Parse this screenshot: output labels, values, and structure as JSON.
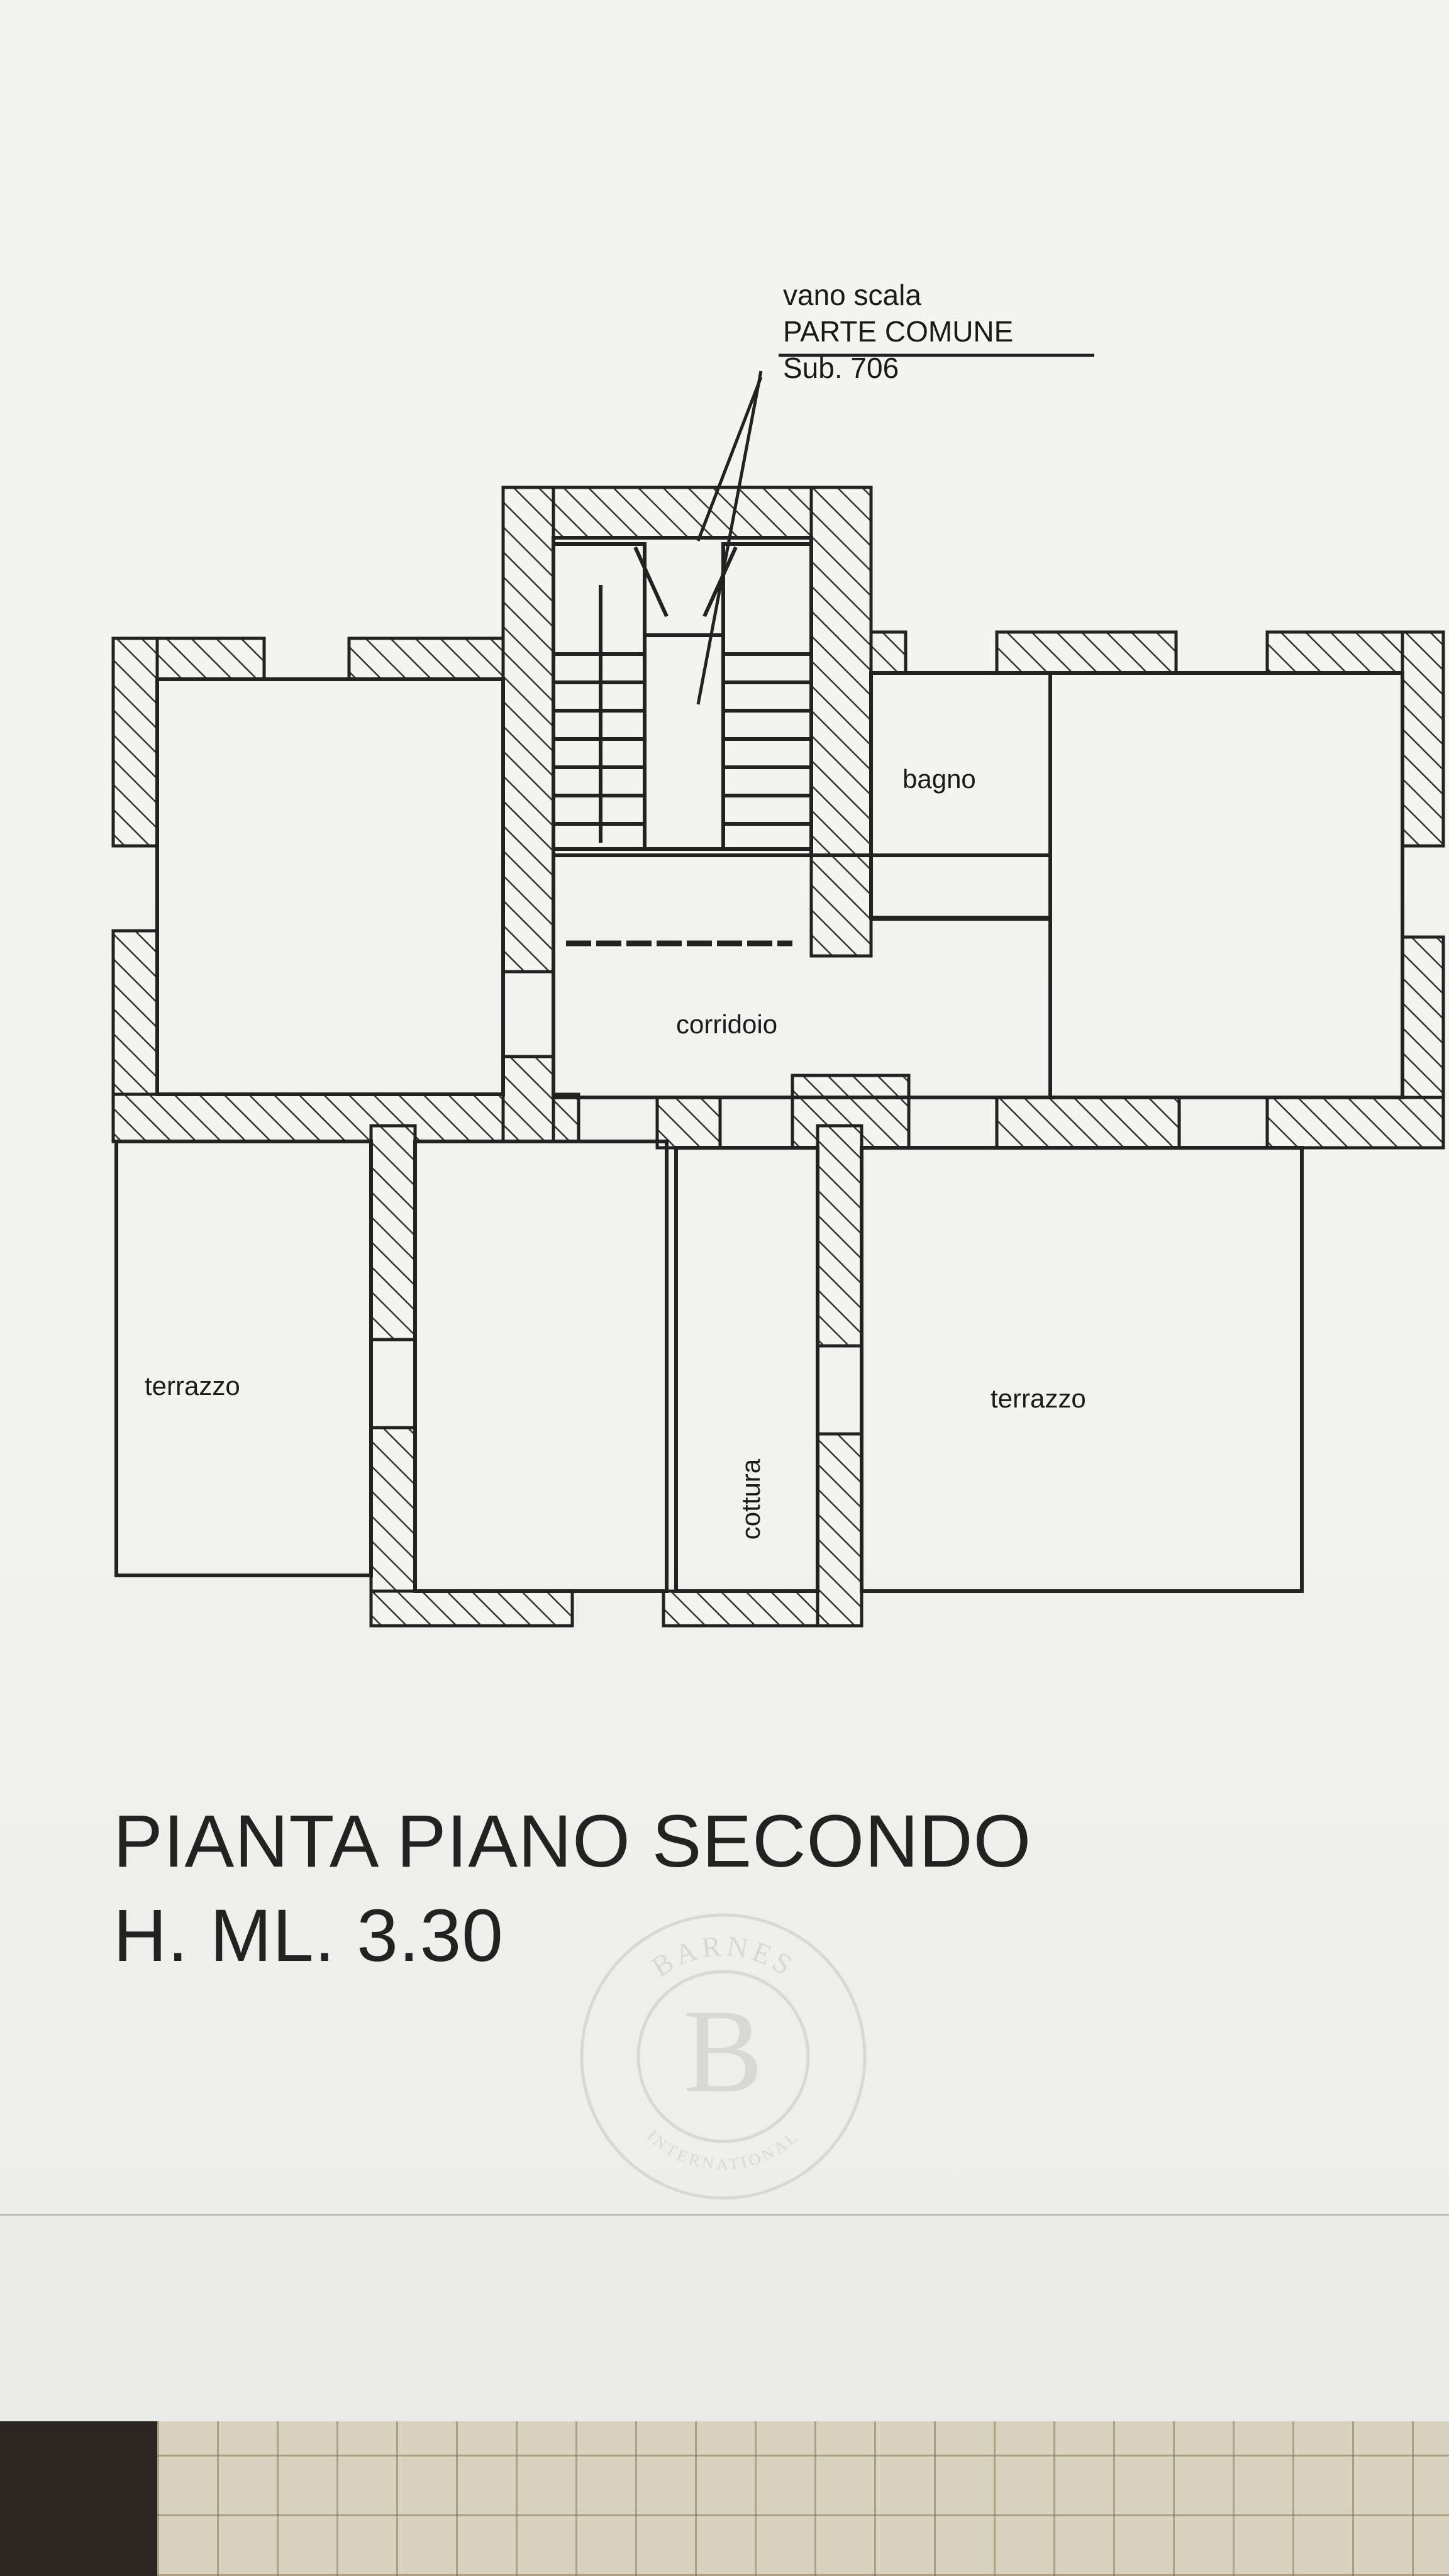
{
  "callout": {
    "line1": "vano scala",
    "line2": "PARTE COMUNE",
    "line3": "Sub. 706"
  },
  "rooms": {
    "bagno": "bagno",
    "corridoio": "corridoio",
    "terrazzo_left": "terrazzo",
    "terrazzo_right": "terrazzo",
    "cottura": "cottura"
  },
  "title": {
    "plan": "PIANTA PIANO SECONDO",
    "height": "H. ML. 3.30"
  },
  "watermark": {
    "top_text": "BARNES",
    "letter": "B",
    "bottom_text": "INTERNATIONAL"
  }
}
